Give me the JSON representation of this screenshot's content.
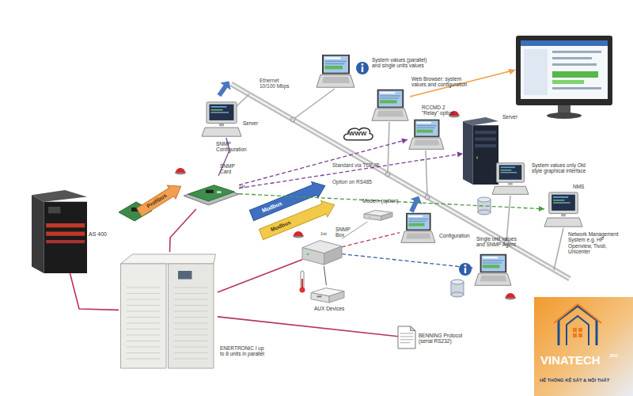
{
  "diagram": {
    "nodes": [
      {
        "text": [
          "AS 400"
        ]
      },
      {
        "text": [
          "ENERTRONIC I up to 8 units in parallel"
        ]
      },
      {
        "text": [
          "SNMP Card"
        ]
      },
      {
        "text": [
          "SNMP Box"
        ]
      },
      {
        "text": [
          "AUX Devices"
        ]
      },
      {
        "text": [
          "Modem (option)"
        ]
      },
      {
        "text": [
          "Server",
          "SNMP Configuration"
        ]
      },
      {
        "text": [
          "System values (parallel) and single units values"
        ]
      },
      {
        "text": [
          "Web Browser: system values and configuration"
        ]
      },
      {
        "text": [
          "RCCMD 2 \"Relay\" option"
        ]
      },
      {
        "text": [
          "Server"
        ]
      },
      {
        "text": [
          "System values only Old style graphical interface"
        ]
      },
      {
        "text": [
          "NMS",
          "Network Management System e.g. HP Openview, Tivoli, Unicenter"
        ]
      },
      {
        "text": [
          "Configuration"
        ]
      },
      {
        "text": [
          "Single unit values and SNMP Agent"
        ]
      },
      {
        "text": [
          "BENNING Protocol (serial RS232)"
        ]
      },
      {
        "text": [
          "WWW"
        ]
      }
    ],
    "edges": [
      {
        "from": 1,
        "to": 0,
        "arrow": "none"
      },
      {
        "from": 1,
        "to": 2,
        "arrow": "none"
      },
      {
        "from": 1,
        "to": 3,
        "arrow": "none"
      },
      {
        "from": 1,
        "to": 15,
        "arrow": "none"
      },
      {
        "from": 3,
        "to": 4,
        "arrow": "none"
      },
      {
        "from": 3,
        "to": 5,
        "arrow": "none"
      },
      {
        "from": 2,
        "to": 6,
        "arrow": "none"
      },
      {
        "from": 2,
        "to": 10,
        "arrow": "to"
      },
      {
        "from": 2,
        "to": 12,
        "arrow": "to"
      },
      {
        "from": 3,
        "to": 14,
        "arrow": "to"
      },
      {
        "from": 3,
        "to": 13,
        "arrow": "none"
      },
      {
        "from": 2,
        "to": 9,
        "arrow": "to"
      }
    ],
    "labels": [
      "Profibus",
      "Modbus",
      "Modbus",
      "Ethernet 10/100 Mbps",
      "Standard via TCP-IP",
      "Option on RS485",
      "1st",
      "1st",
      "VINATECH",
      "JSC",
      "HỆ THỐNG KỆ SẮT & NỘI THẤT"
    ]
  }
}
